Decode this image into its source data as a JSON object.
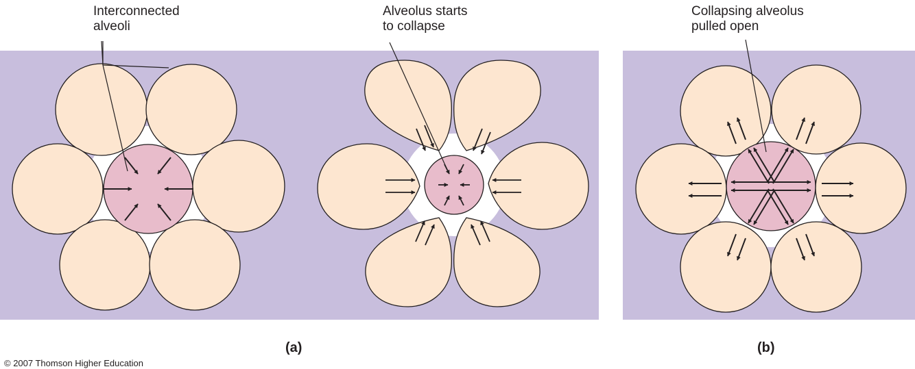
{
  "labels": {
    "interconnected": [
      "Interconnected",
      "alveoli"
    ],
    "collapse": [
      "Alveolus starts",
      "to collapse"
    ],
    "pulled": [
      "Collapsing alveolus",
      "pulled open"
    ]
  },
  "panels": {
    "a": "(a)",
    "b": "(b)"
  },
  "copyright": "© 2007 Thomson Higher Education",
  "colors": {
    "background": "#c8bedd",
    "alveolus_fill": "#fde6d0",
    "center_fill": "#e8bccb",
    "gap_fill": "#ffffff",
    "outline": "#231f20"
  }
}
